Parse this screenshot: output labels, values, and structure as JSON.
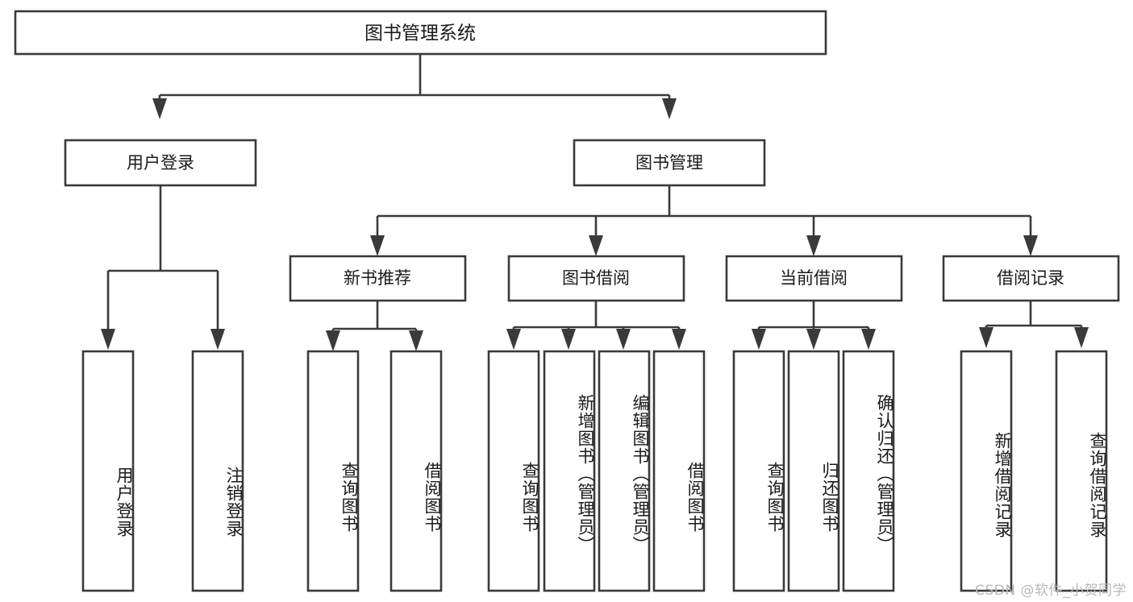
{
  "diagram": {
    "type": "tree-hierarchy",
    "title_node": {
      "label": "图书管理系统"
    },
    "level1": [
      {
        "label": "用户登录"
      },
      {
        "label": "图书管理"
      }
    ],
    "level2": [
      {
        "label": "新书推荐"
      },
      {
        "label": "图书借阅"
      },
      {
        "label": "当前借阅"
      },
      {
        "label": "借阅记录"
      }
    ],
    "leaves": {
      "user_login": [
        {
          "label": "用户登录"
        },
        {
          "label": "注销登录"
        }
      ],
      "new_book_recommend": [
        {
          "label": "查询图书"
        },
        {
          "label": "借阅图书"
        }
      ],
      "book_borrow": [
        {
          "label": "查询图书"
        },
        {
          "label": "新增图书（管理员）"
        },
        {
          "label": "编辑图书（管理员）"
        },
        {
          "label": "借阅图书"
        }
      ],
      "current_borrow": [
        {
          "label": "查询图书"
        },
        {
          "label": "归还图书"
        },
        {
          "label": "确认归还（管理员）"
        }
      ],
      "borrow_record": [
        {
          "label": "新增借阅记录"
        },
        {
          "label": "查询借阅记录"
        }
      ]
    },
    "watermark": "CSDN @软件_小贺同学",
    "colors": {
      "stroke": "#3a3a3a",
      "box_fill": "#ffffff",
      "text": "#1a1a1a",
      "watermark": "#b9b9b9",
      "background": "#ffffff"
    }
  }
}
